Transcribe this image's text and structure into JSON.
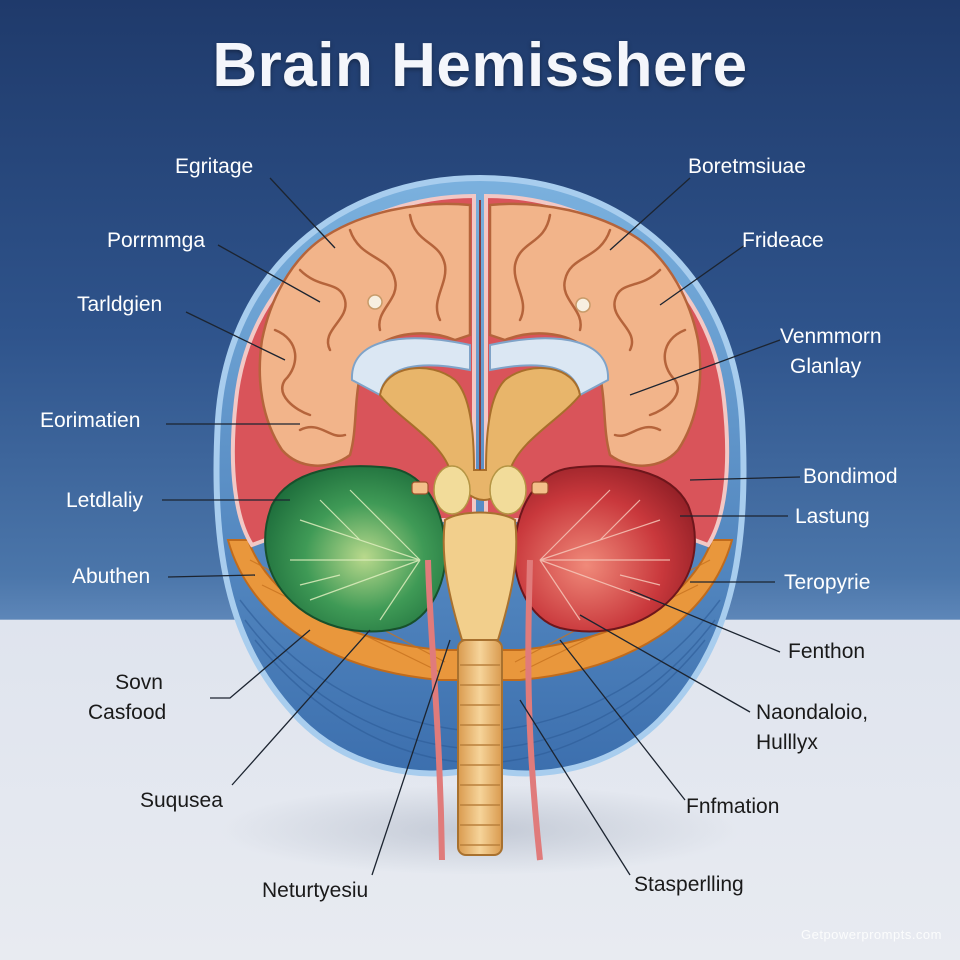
{
  "title": "Brain Hemisshere",
  "labels": {
    "egritage": "Egritage",
    "porrmmga": "Porrmmga",
    "tarldgien": "Tarldgien",
    "eorimatien": "Eorimatien",
    "letdlaliy": "Letdlaliy",
    "abuthen": "Abuthen",
    "sovn": "Sovn",
    "casfood": "Casfood",
    "suqusea": "Suqusea",
    "neturtyesiu": "Neturtyesiu",
    "boretmsiuae": "Boretmsiuae",
    "frideace": "Frideace",
    "venmmorn": "Venmmorn",
    "glanlay": "Glanlay",
    "bondimod": "Bondimod",
    "lastung": "Lastung",
    "teropyrie": "Teropyrie",
    "fenthon": "Fenthon",
    "naondaloio": "Naondaloio,",
    "hulllyx": "Hulllyx",
    "fnfmation": "Fnfmation",
    "stasperlling": "Stasperlling"
  },
  "watermark": "Getpowerprompts.com",
  "colors": {
    "background_top": "#1f3a6b",
    "background_bottom": "#e8ebf1",
    "cortex": "#f2b48a",
    "outer_rim": "#d9545a",
    "left_region": "#2e8a4e",
    "right_region": "#c43a3a",
    "band": "#e89a3c",
    "base": "#4d86c0",
    "stem": "#efc27c"
  }
}
